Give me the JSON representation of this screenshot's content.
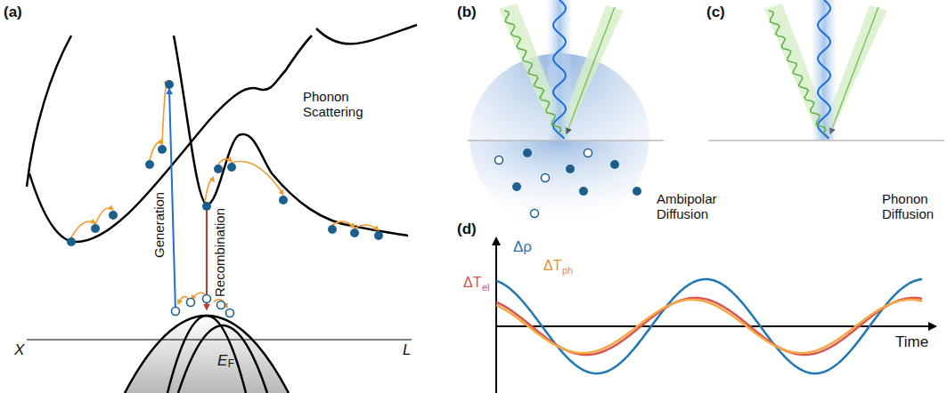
{
  "diagram": {
    "labels": [
      "(a)",
      "(b)",
      "(c)",
      "Generation",
      "Recombination",
      "Phonon Scattering",
      "X",
      "L",
      "E",
      "F",
      "Ambipolar Diffusion",
      "Phonon Diffusion",
      "(d)",
      "Δρ",
      "ΔT",
      "el",
      "ΔT",
      "ph",
      "Time"
    ]
  }
}
